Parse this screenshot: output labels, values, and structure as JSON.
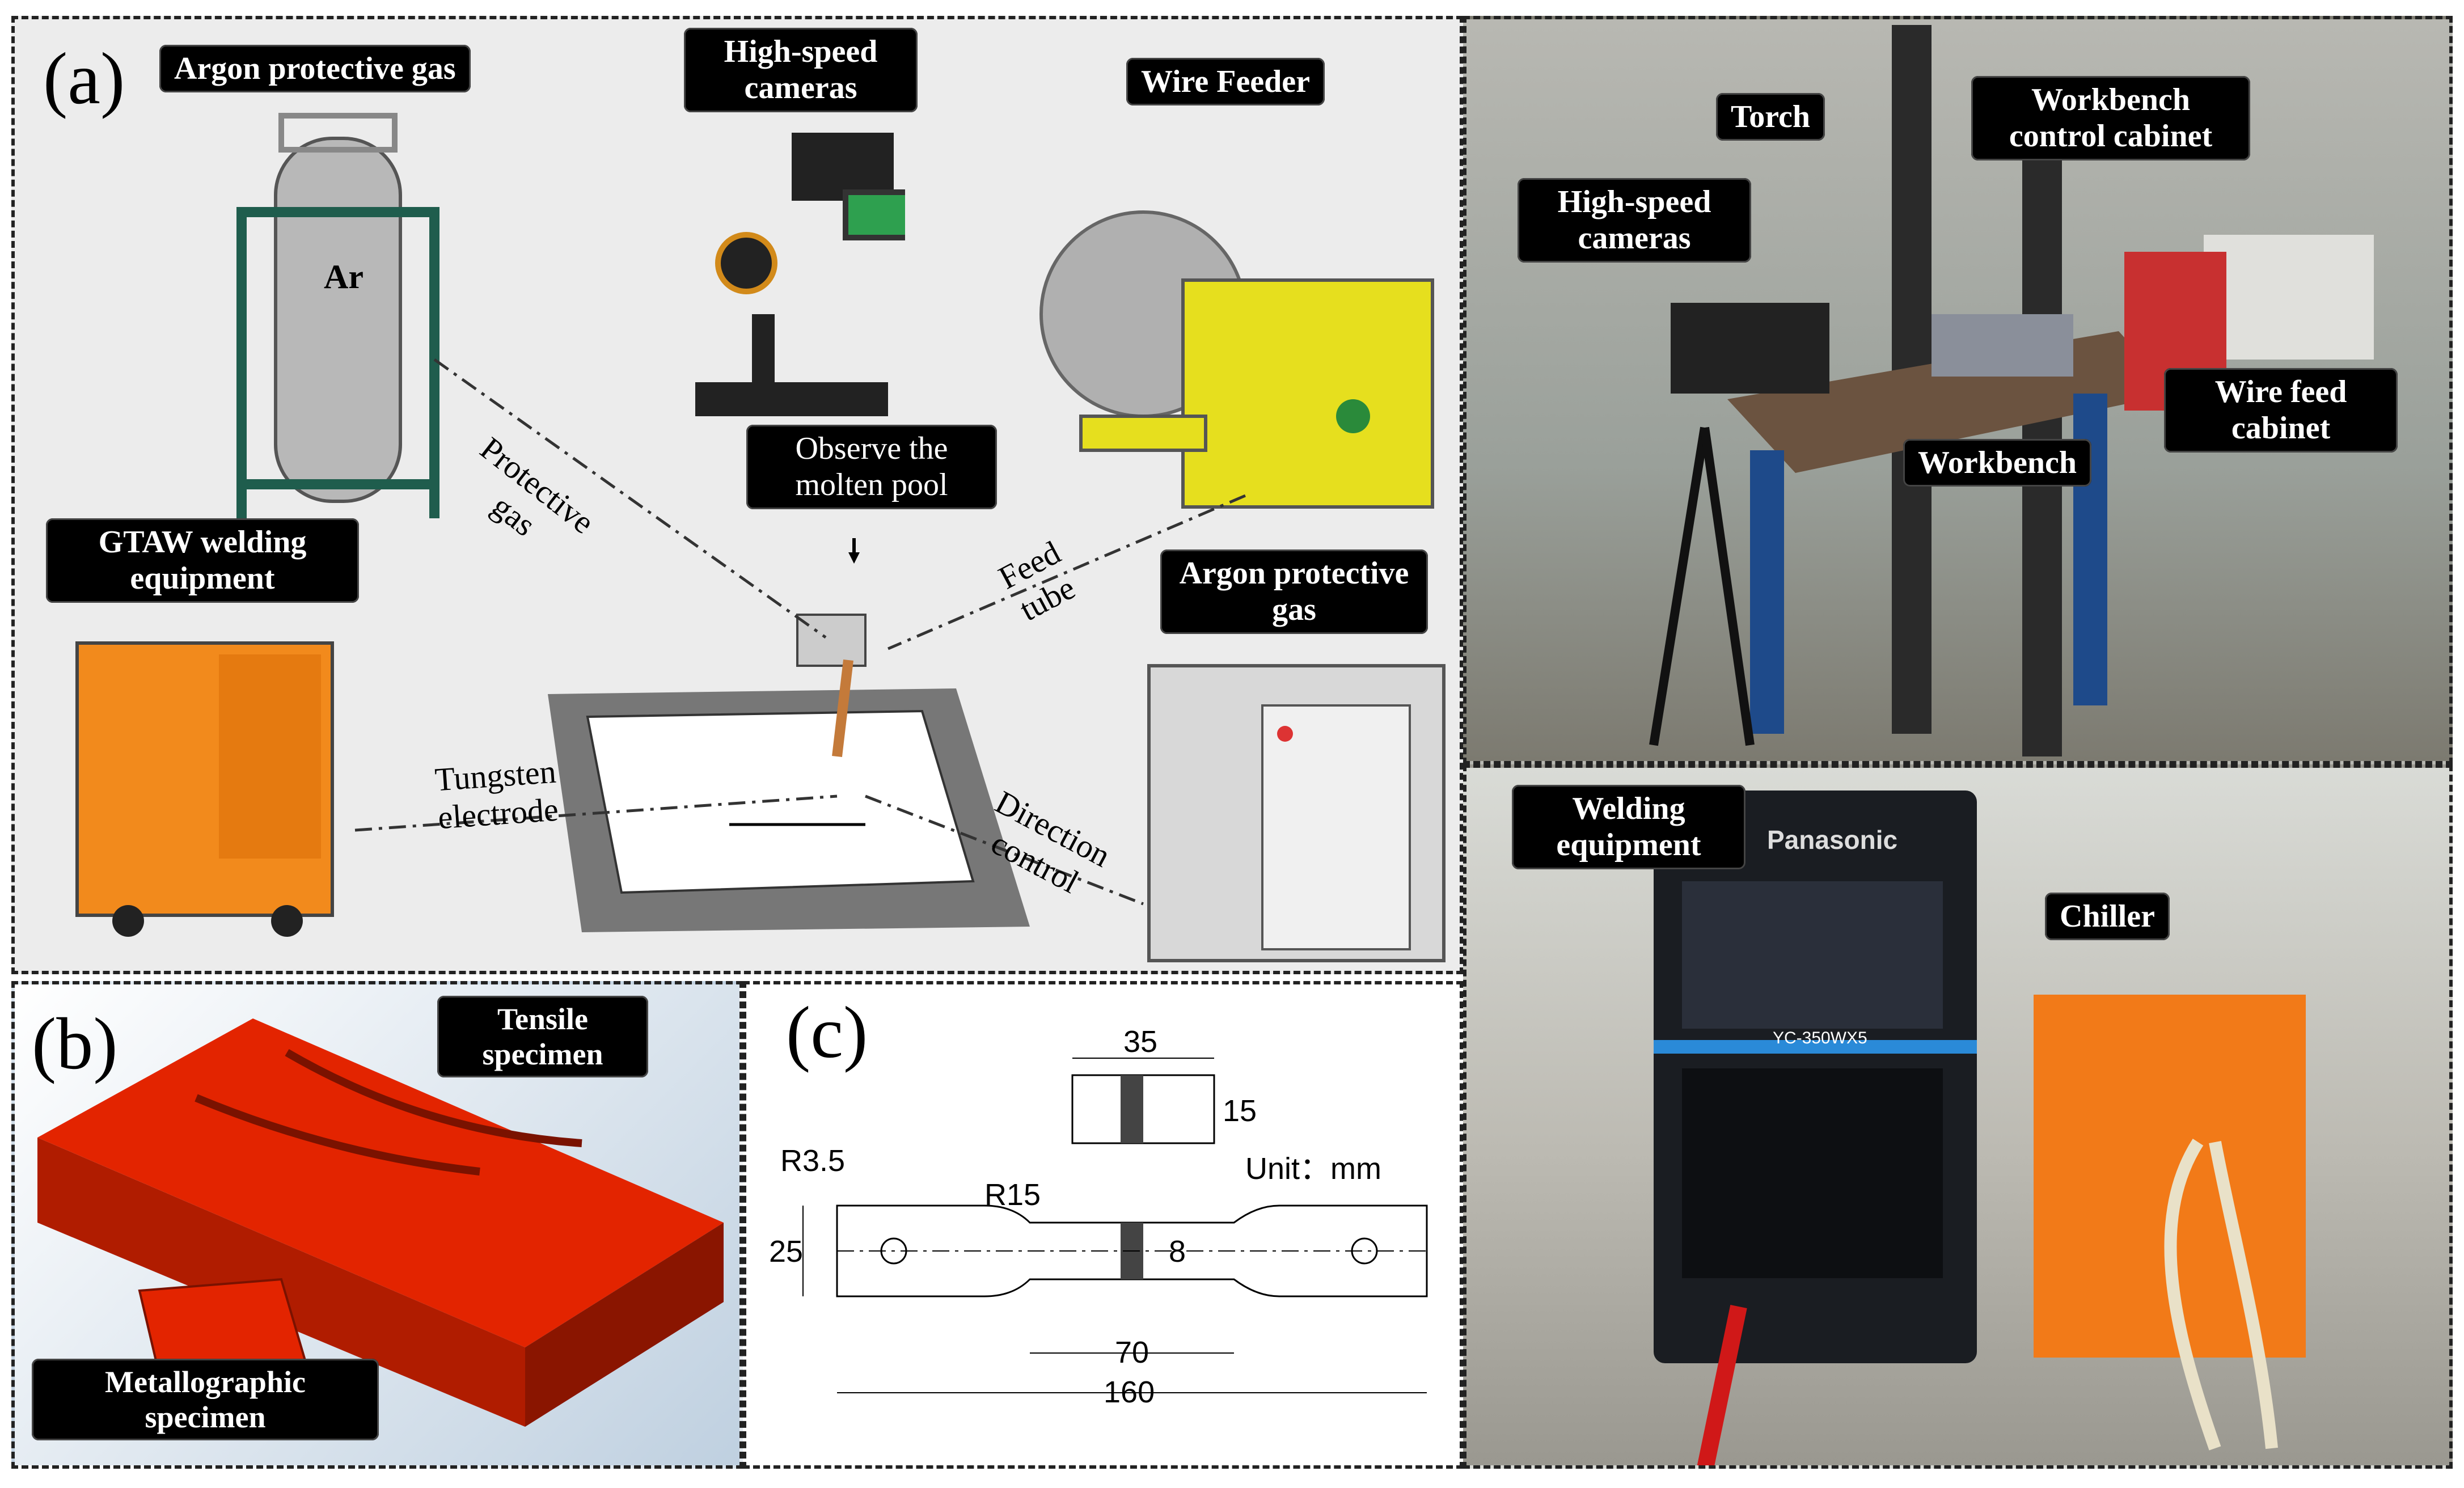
{
  "panel_a": {
    "letter": "(a)",
    "labels": {
      "argon_gas_top": "Argon protective gas",
      "high_speed_cameras": "High-speed cameras",
      "wire_feeder": "Wire Feeder",
      "observe": "Observe the molten pool",
      "gtaw": "GTAW welding equipment",
      "argon_gas_right": "Argon protective gas",
      "tank_mark": "Ar"
    },
    "annotations": {
      "protective_gas": "Protective gas",
      "feed_tube": "Feed tube",
      "tungsten": "Tungsten electrode",
      "direction": "Direction control"
    }
  },
  "panel_b": {
    "letter": "(b)",
    "tensile": "Tensile specimen",
    "metallographic": "Metallographic specimen"
  },
  "panel_c": {
    "letter": "(c)",
    "unit": "Unit：mm",
    "dims": {
      "d35": "35",
      "d15": "15",
      "r35": "R3.5",
      "r15": "R15",
      "d25": "25",
      "d8": "8",
      "d70": "70",
      "d160": "160"
    }
  },
  "photo_top": {
    "torch": "Torch",
    "workbench_cabinet": "Workbench control cabinet",
    "cameras": "High-speed cameras",
    "wire_feed_cabinet": "Wire feed cabinet",
    "workbench": "Workbench"
  },
  "photo_bottom": {
    "welding": "Welding equipment",
    "chiller": "Chiller",
    "brand": "Panasonic",
    "model": "YC-350WX5"
  },
  "colors": {
    "orange": "#f28a1c",
    "red": "#e32400",
    "yellow": "#e6df1e",
    "blue": "#2a4f9a"
  }
}
